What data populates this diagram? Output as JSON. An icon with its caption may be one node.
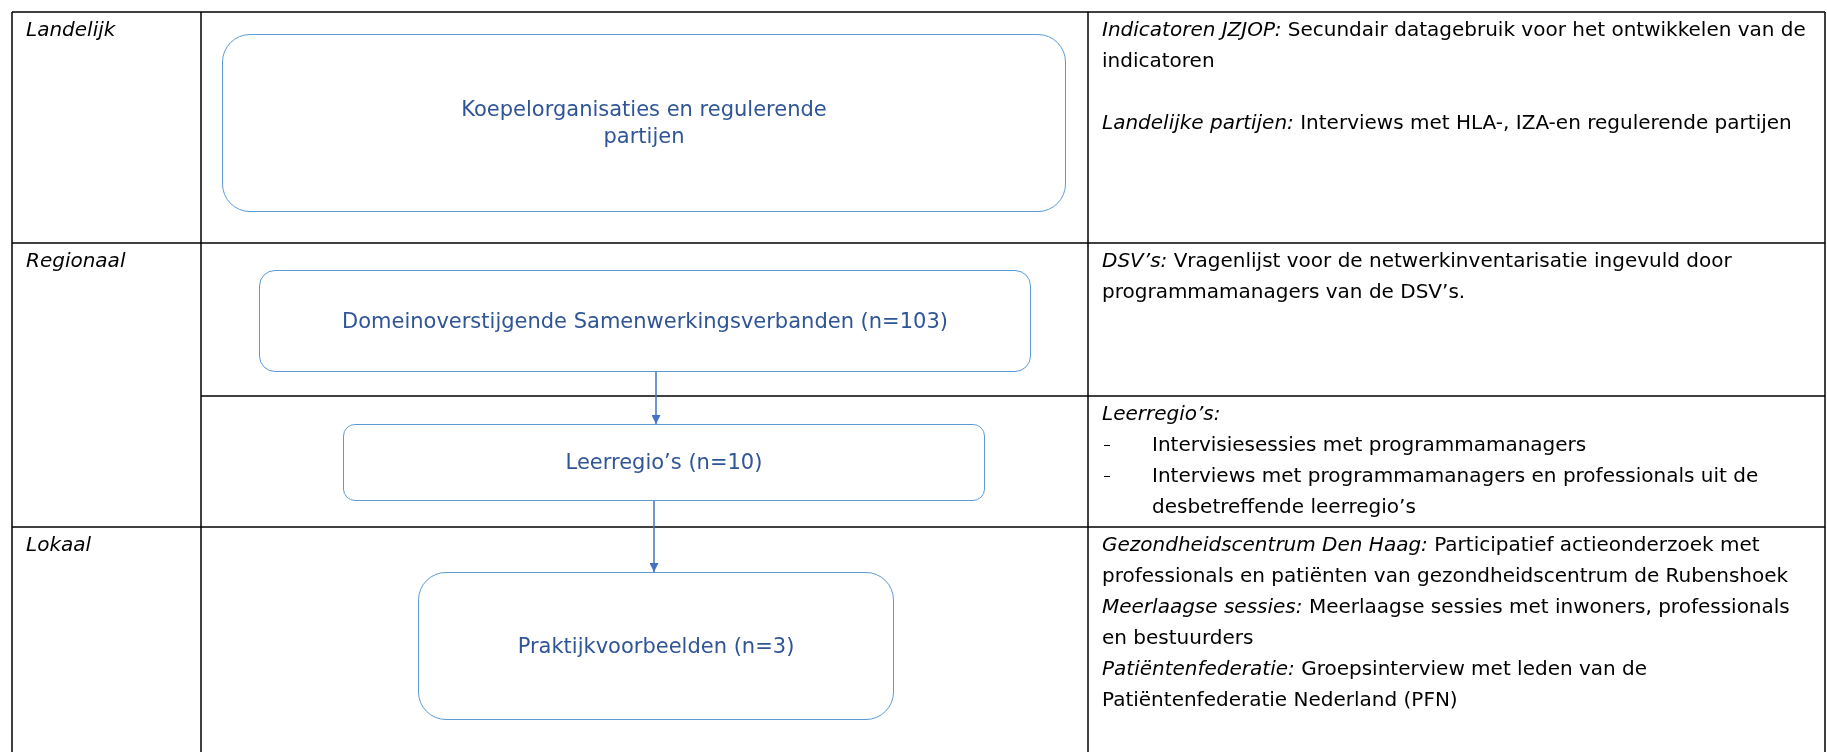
{
  "diagram": {
    "nodes": [
      {
        "text": [
          "Koepelorganisaties en regulerende partijen"
        ]
      },
      {
        "text": [
          "Domeinoverstijgende Samenwerkingsverbanden (n=103)"
        ]
      },
      {
        "text": [
          "Leerregio’s (n=10)"
        ]
      },
      {
        "text": [
          "Praktijkvoorbeelden (n=3)"
        ]
      }
    ],
    "edges": [
      {
        "from": 1,
        "to": 2,
        "arrow": "to"
      },
      {
        "from": 2,
        "to": 3,
        "arrow": "to"
      }
    ],
    "labels": [
      "Landelijk",
      "*Indicatoren JZJOP:* Secundair datagebruik voor het ontwikkelen van de indicatoren",
      "*Landelijke partijen:* Interviews met HLA-, IZA-en regulerende partijen",
      "Regionaal",
      "*DSV’s:* Vragenlijst voor de netwerkinventarisatie ingevuld door programmamanagers van de DSV’s.",
      "Leerregio’s:",
      "Intervisiesessies met programmamanagers",
      "Interviews met programmamanagers en professionals uit de desbetreffende leerregio’s",
      "Lokaal",
      "*Gezondheidscentrum Den Haag:* Participatief actieonderzoek met professionals en patiënten van gezondheidscentrum de Rubenshoek",
      "*Meerlaagse sessies:* Meerlaagse sessies met inwoners, professionals en bestuurders",
      "*Patiëntenfederatie:* Groepsinterview met leden van de Patiëntenfederatie Nederland (PFN)"
    ]
  }
}
